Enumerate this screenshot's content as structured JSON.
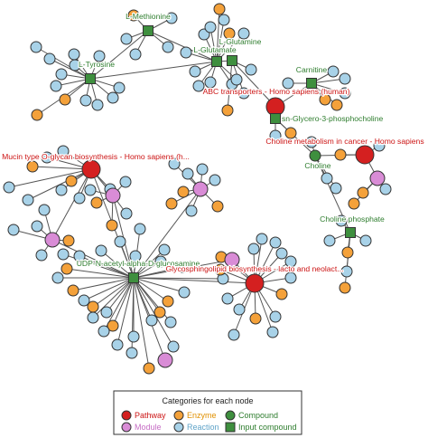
{
  "colors": {
    "Pathway": "#d42020",
    "Enzyme": "#f4a13a",
    "Module": "#d98cd6",
    "Reaction": "#a8d2e8",
    "Compound": "#3e8f3e",
    "Input compound": "#3e8f3e",
    "pathway_text": "#cc1414",
    "compound_text": "#2e7d2e",
    "enzyme_text": "#e09000",
    "module_text": "#c66cc4",
    "reaction_text": "#5fa3c8"
  },
  "legend": {
    "title": "Categories for each node",
    "items": [
      {
        "label": "Pathway",
        "type": "Pathway"
      },
      {
        "label": "Enzyme",
        "type": "Enzyme"
      },
      {
        "label": "Compound",
        "type": "Compound"
      },
      {
        "label": "Module",
        "type": "Module"
      },
      {
        "label": "Reaction",
        "type": "Reaction"
      },
      {
        "label": "Input compound",
        "type": "Input compound"
      }
    ]
  },
  "labeled_nodes": [
    {
      "id": "methionine",
      "type": "Input compound",
      "label": "L-Methionine"
    },
    {
      "id": "tyrosine",
      "type": "Input compound",
      "label": "L-Tyrosine"
    },
    {
      "id": "glutamate",
      "type": "Input compound",
      "label": "L-Glutamate"
    },
    {
      "id": "glutamine",
      "type": "Input compound",
      "label": "L-Glutamine"
    },
    {
      "id": "carnitine",
      "type": "Input compound",
      "label": "Carnitine"
    },
    {
      "id": "abc",
      "type": "Pathway",
      "label": "ABC transporters - Homo sapiens (human)"
    },
    {
      "id": "glycerophospho",
      "type": "Input compound",
      "label": "sn-Glycero-3-phosphocholine"
    },
    {
      "id": "cholinecancer",
      "type": "Pathway",
      "label": "Choline metabolism in cancer - Homo sapiens"
    },
    {
      "id": "choline",
      "type": "Compound",
      "label": "Choline"
    },
    {
      "id": "cholinephos",
      "type": "Input compound",
      "label": "Choline phosphate"
    },
    {
      "id": "mucin",
      "type": "Pathway",
      "label": "Mucin type O-glycan biosynthesis - Homo sapiens (h..."
    },
    {
      "id": "udp",
      "type": "Input compound",
      "label": "UDP-N-acetyl-alpha-D-glucosamine"
    },
    {
      "id": "glyco",
      "type": "Pathway",
      "label": "Glycosphingolipid biosynthesis - lacto and neolact..."
    }
  ]
}
